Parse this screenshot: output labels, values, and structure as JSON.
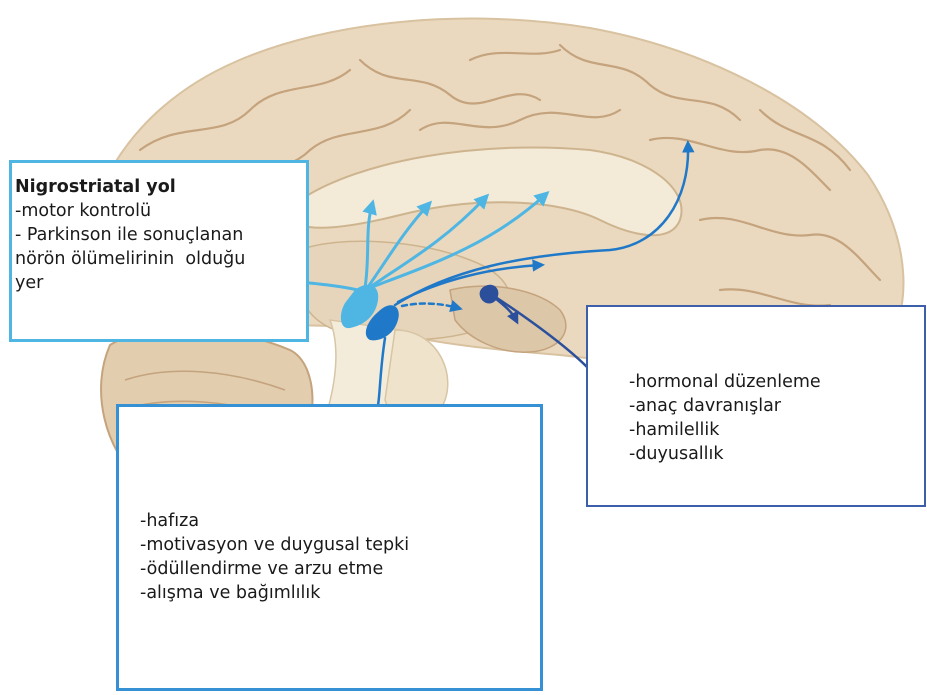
{
  "nigrostriatal": {
    "title": "Nigrostriatal yol",
    "lines": [
      "-motor kontrolü",
      "- Parkinson ile sonuçlanan",
      "nörön ölümelirinin  olduğu",
      "yer"
    ]
  },
  "tuberoinfundibular": {
    "lines": [
      "-hormonal düzenleme",
      "-anaç davranışlar",
      "-hamilellik",
      "-duyusallık"
    ]
  },
  "mesolimbic": {
    "lines": [
      "-hafıza",
      "-motivasyon ve duygusal tepki",
      "-ödüllendirme ve arzu etme",
      "-alışma ve bağımlılık"
    ]
  },
  "colors": {
    "nigrostriatal": "#4fb6e4",
    "mesolimbic": "#1f78c8",
    "tuberoinfundibular": "#2c4f9c"
  }
}
